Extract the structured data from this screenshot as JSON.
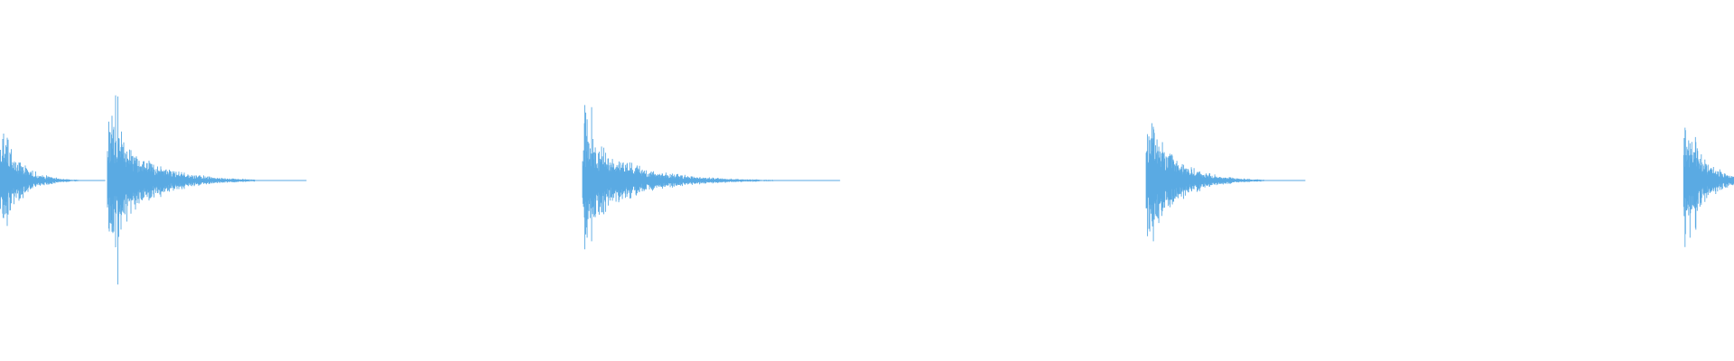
{
  "waveform": {
    "color": "#5aaae3",
    "background": "#ffffff",
    "transients": [
      {
        "onset": 0.0,
        "peak": 0.33,
        "decay": 0.045
      },
      {
        "onset": 0.062,
        "peak": 0.4,
        "decay": 0.085
      },
      {
        "onset": 0.336,
        "peak": 0.29,
        "decay": 0.11
      },
      {
        "onset": 0.661,
        "peak": 0.37,
        "decay": 0.068
      },
      {
        "onset": 0.971,
        "peak": 0.34,
        "decay": 0.05
      }
    ]
  }
}
